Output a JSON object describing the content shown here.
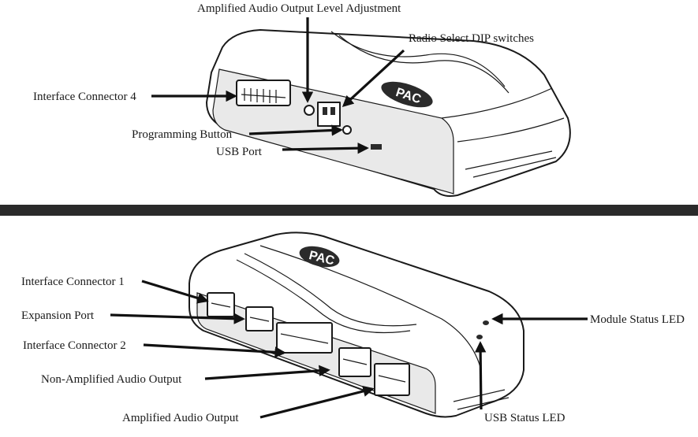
{
  "top_view": {
    "labels": {
      "amplified_level": "Amplified Audio Output Level Adjustment",
      "dip_switches": "Radio Select DIP switches",
      "connector4": "Interface Connector 4",
      "programming_button": "Programming Button",
      "usb_port": "USB Port"
    }
  },
  "bottom_view": {
    "labels": {
      "connector1": "Interface Connector 1",
      "expansion_port": "Expansion Port",
      "connector2": "Interface Connector 2",
      "non_amplified": "Non-Amplified Audio Output",
      "amplified_output": "Amplified Audio Output",
      "module_led": "Module Status LED",
      "usb_led": "USB Status LED"
    }
  },
  "logo_text": "PAC",
  "colors": {
    "divider": "#2a2a2a",
    "ink": "#1a1a1a"
  }
}
